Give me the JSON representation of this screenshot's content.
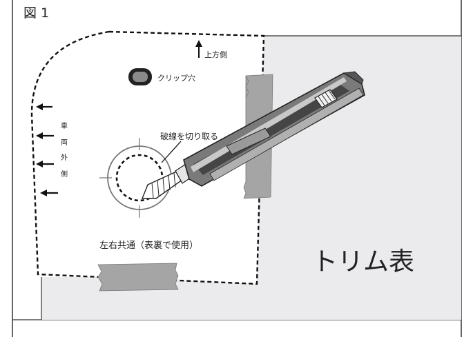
{
  "figure": {
    "label": "図 1",
    "upper_side": "上方側",
    "clip_hole": "クリップ穴",
    "cut_instruction": "破線を切り取る",
    "outside_chars": [
      "車",
      "両",
      "外",
      "側"
    ],
    "common_note": "左右共通（表裏で使用）",
    "trim_face": "トリム表"
  },
  "colors": {
    "trim_fill": "#ebebed",
    "tape": "#a5a5a5",
    "cutter_body": "#7a7a7a",
    "cutter_dark": "#454545"
  }
}
